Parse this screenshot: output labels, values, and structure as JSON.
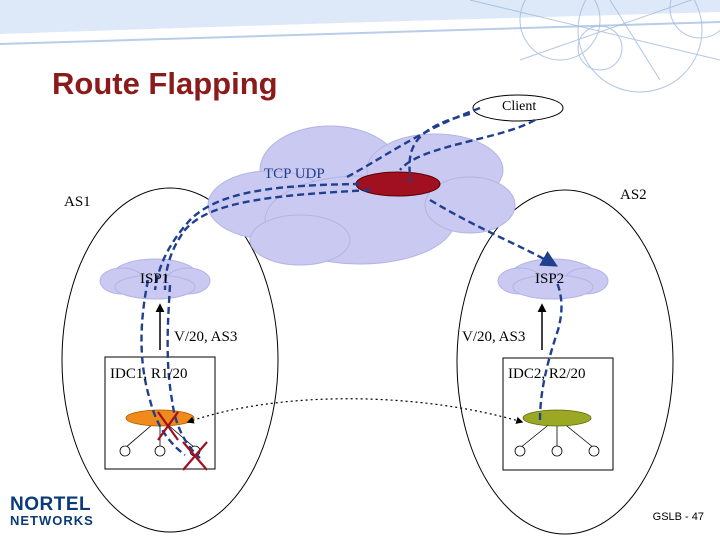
{
  "slide": {
    "title": "Route Flapping",
    "page_label": "GSLB - 47"
  },
  "labels": {
    "client": "Client",
    "cloud": "TCP UDP",
    "as1": "AS1",
    "as2": "AS2",
    "isp1": "ISP1",
    "isp2": "ISP2",
    "announce_left": "V/20, AS3",
    "announce_right": "V/20, AS3",
    "idc1": "IDC1, R1/20",
    "idc2": "IDC2, R2/20"
  },
  "logo": {
    "line1": "NORTEL",
    "line2": "NETWORKS"
  },
  "colors": {
    "title": "#8b1a1a",
    "cloud": "#c9c9f2",
    "router": "#a01020",
    "dashed_path": "#1f3f8f",
    "failure_x": "#a01020",
    "idc1_router": "#f08a1c",
    "idc2_router": "#9aa823",
    "banner": "#cfe0f5"
  }
}
